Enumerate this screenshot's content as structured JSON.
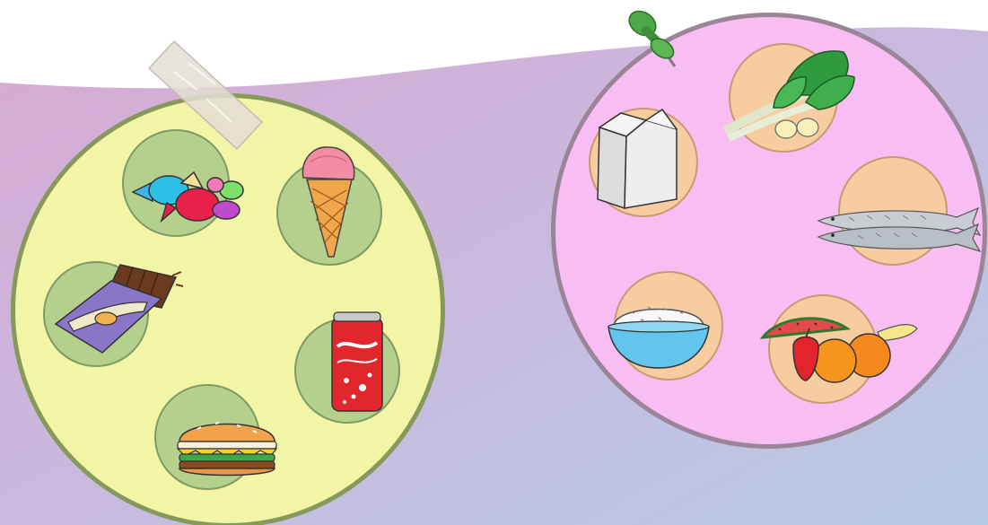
{
  "scene": {
    "colors": {
      "top_white": "#ffffff",
      "band_left": "#d6a9d6",
      "band_right": "#b9c7e4",
      "plate_left_fill": "#f3f5a6",
      "plate_left_border": "#86985a",
      "plate_right_fill": "#f8bdf2",
      "plate_right_border": "#9a8597"
    }
  },
  "plates": {
    "left": {
      "kind": "unhealthy-food",
      "item_background": "#b4d08c",
      "attachment": "tape",
      "items": [
        "candies",
        "ice-cream-cone",
        "chocolate-bar",
        "soda-can",
        "hamburger"
      ]
    },
    "right": {
      "kind": "healthy-food",
      "item_background": "#f6cca0",
      "attachment": "green-pushpin",
      "items": [
        "milk-carton",
        "leafy-greens",
        "fish",
        "rice-bowl",
        "fruits"
      ]
    }
  }
}
